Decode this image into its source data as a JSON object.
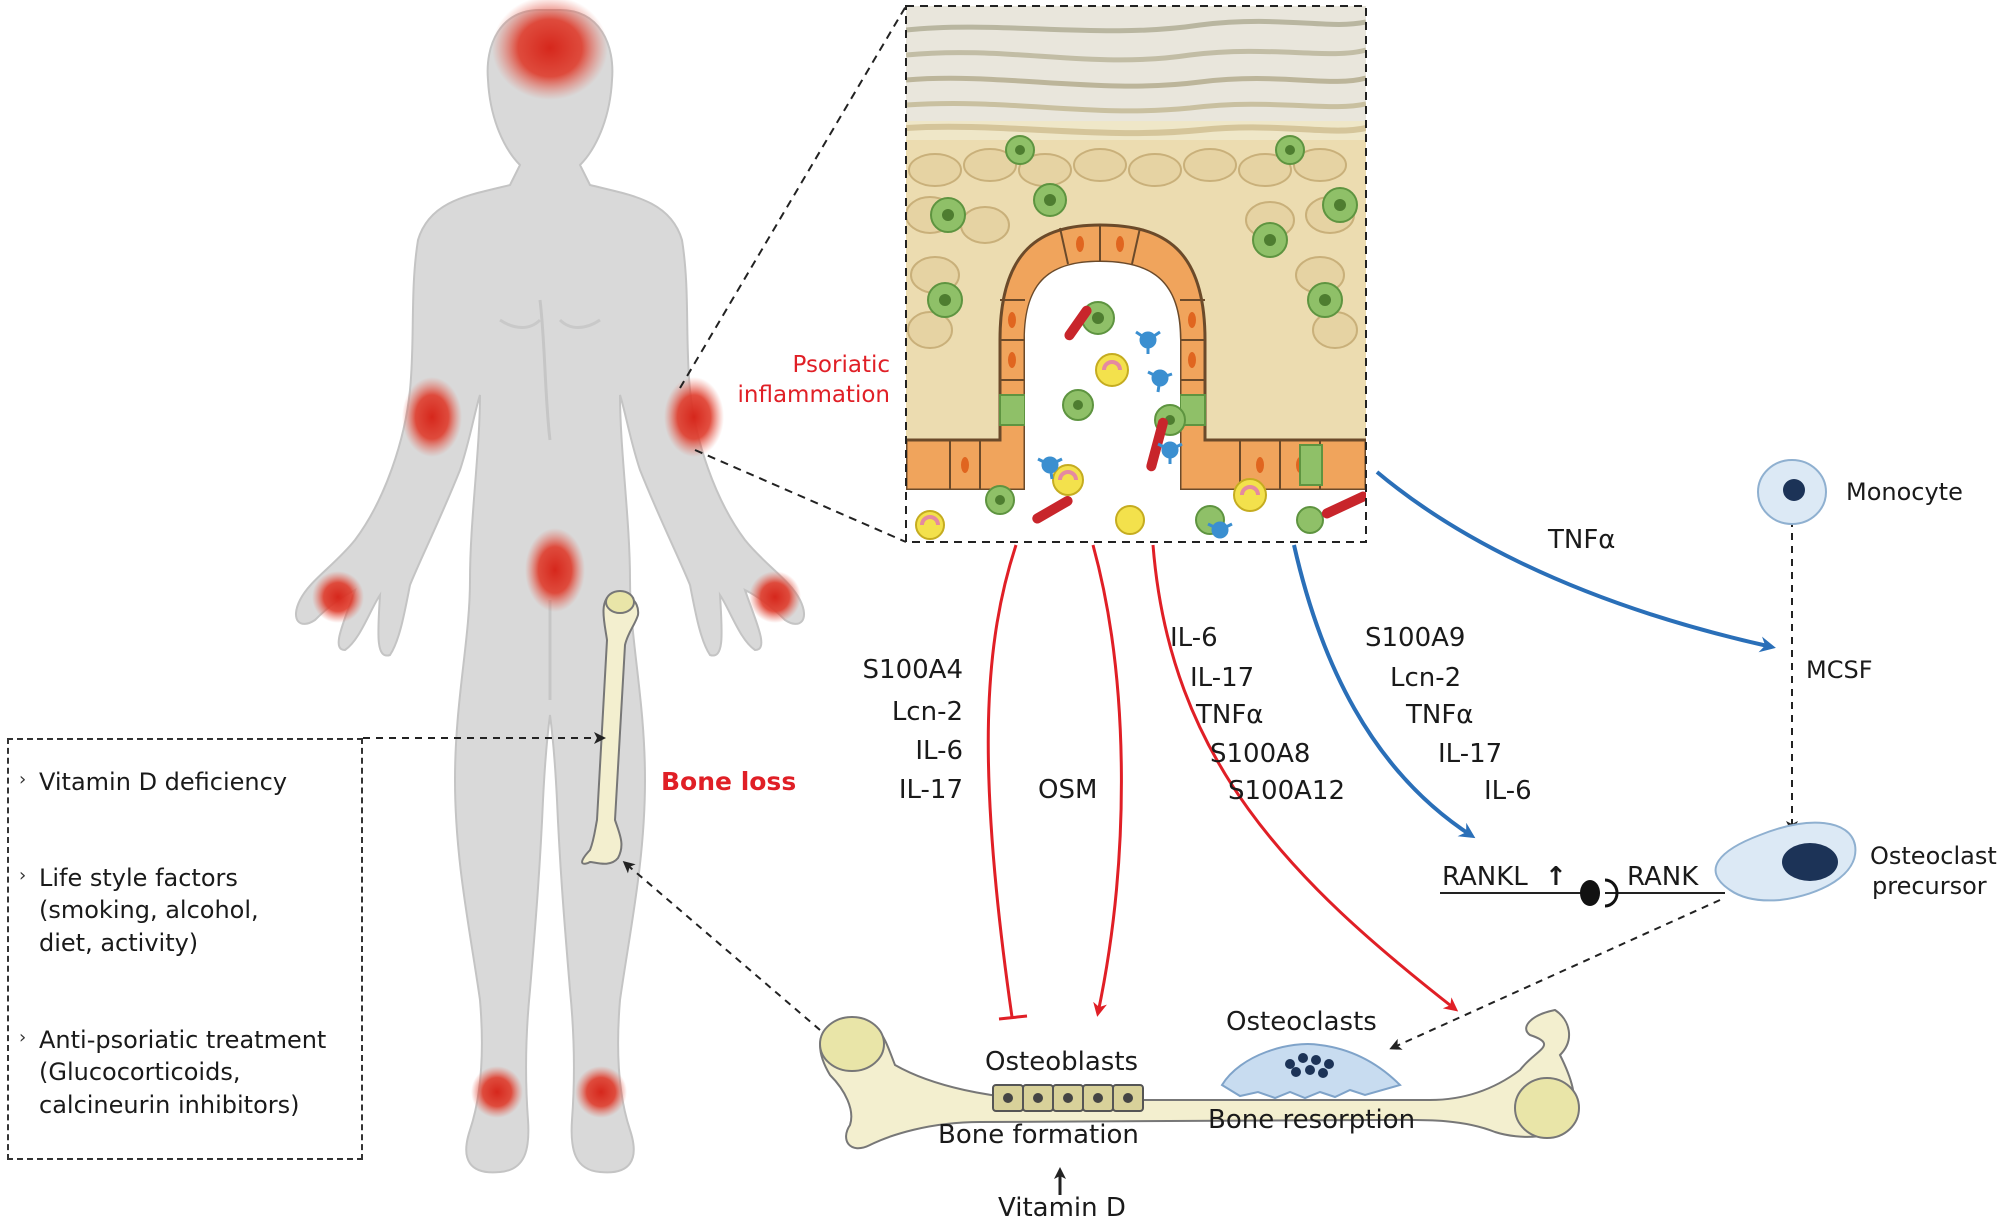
{
  "diagram": {
    "psoriatic_inflammation": [
      "Psoriatic",
      "inflammation"
    ],
    "bone_loss": "Bone loss",
    "risk_factors": [
      {
        "lines": [
          "Vitamin D deficiency"
        ]
      },
      {
        "lines": [
          "Life style factors",
          "(smoking, alcohol,",
          "diet, activity)"
        ]
      },
      {
        "lines": [
          "Anti-psoriatic treatment",
          "(Glucocorticoids,",
          "calcineurin inhibitors)"
        ]
      }
    ],
    "path_inhibit": [
      "S100A4",
      "Lcn-2",
      "IL-6",
      "IL-17"
    ],
    "path_osm": "OSM",
    "path_resorption": [
      "IL-6",
      "IL-17",
      "TNFα",
      "S100A8",
      "S100A12"
    ],
    "path_rankl": [
      "S100A9",
      "Lcn-2",
      "TNFα",
      "IL-17",
      "IL-6"
    ],
    "tnfa": "TNFα",
    "monocyte": "Monocyte",
    "mcsf": "MCSF",
    "osteoclast_precursor": [
      "Osteoclast",
      "precursor"
    ],
    "rankl": "RANKL",
    "rank": "RANK",
    "osteoblasts": "Osteoblasts",
    "osteoclasts": "Osteoclasts",
    "bone_formation": "Bone formation",
    "bone_resorption": "Bone resorption",
    "vitamin_d": "Vitamin D",
    "colors": {
      "red": "#e01f26",
      "blue": "#2a6fb8",
      "body": "#d9d9d9",
      "bone": "#f3efcf"
    }
  }
}
